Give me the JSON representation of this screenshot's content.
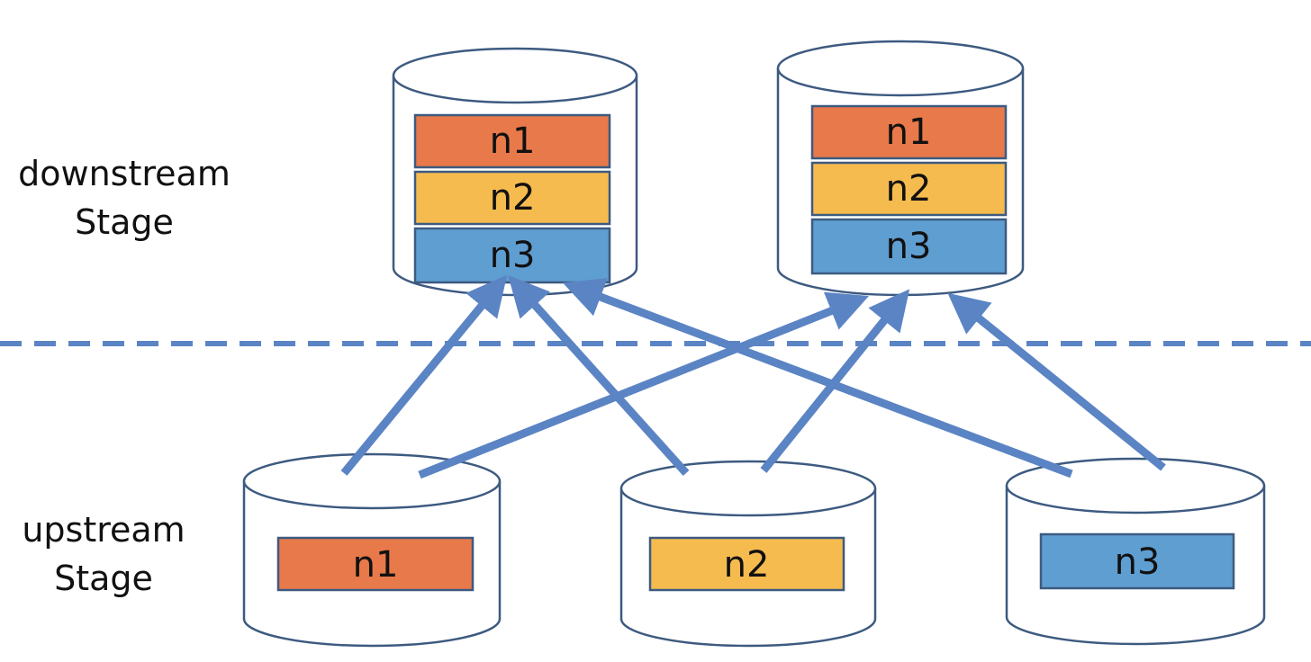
{
  "labels": {
    "downstream": {
      "line1": "downstream",
      "line2": "Stage"
    },
    "upstream": {
      "line1": "upstream",
      "line2": "Stage"
    }
  },
  "colors": {
    "n1": "#E8794A",
    "n2": "#F6BB4F",
    "n3": "#5F9ED1",
    "arrow": "#5B84C4",
    "outline": "#3D5A80",
    "divider": "#5B84C4"
  },
  "downstream_nodes": [
    {
      "partitions": [
        "n1",
        "n2",
        "n3"
      ]
    },
    {
      "partitions": [
        "n1",
        "n2",
        "n3"
      ]
    }
  ],
  "upstream_nodes": [
    {
      "partition": "n1"
    },
    {
      "partition": "n2"
    },
    {
      "partition": "n3"
    }
  ],
  "edges": [
    {
      "from": "n1",
      "to": "downstream-1"
    },
    {
      "from": "n1",
      "to": "downstream-2"
    },
    {
      "from": "n2",
      "to": "downstream-1"
    },
    {
      "from": "n2",
      "to": "downstream-2"
    },
    {
      "from": "n3",
      "to": "downstream-1"
    },
    {
      "from": "n3",
      "to": "downstream-2"
    }
  ]
}
